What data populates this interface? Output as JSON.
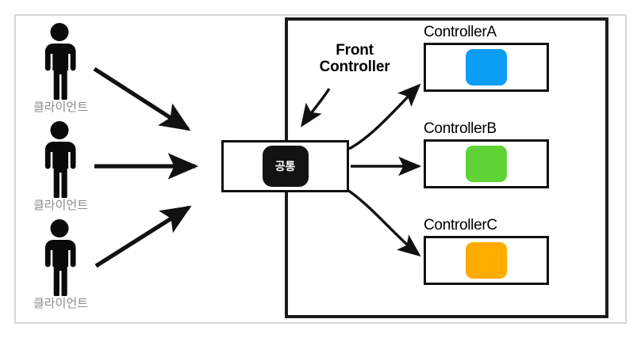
{
  "diagram": {
    "title": "Front Controller pattern diagram",
    "clients": [
      {
        "label": "클라이언트",
        "icon": "person-icon"
      },
      {
        "label": "클라이언트",
        "icon": "person-icon"
      },
      {
        "label": "클라이언트",
        "icon": "person-icon"
      }
    ],
    "front_controller": {
      "annotation_line1": "Front",
      "annotation_line2": "Controller",
      "chip_label": "공통",
      "chip_color": "#121212",
      "chip_text_color": "#ffffff",
      "box_border_color": "#111111"
    },
    "server_box": {
      "border_color": "#1a1a1a"
    },
    "outer_frame": {
      "border_color": "#d8d8d8"
    },
    "controllers": [
      {
        "name": "ControllerA",
        "swatch_color": "#0d9df5"
      },
      {
        "name": "ControllerB",
        "swatch_color": "#5fd236"
      },
      {
        "name": "ControllerC",
        "swatch_color": "#ffab00"
      }
    ],
    "arrows": {
      "color": "#111111",
      "client_to_front_count": 3,
      "front_to_controller_count": 3,
      "annotation_pointer": "curved-arrow-down-left"
    },
    "label_color": "#8c8c8c"
  }
}
